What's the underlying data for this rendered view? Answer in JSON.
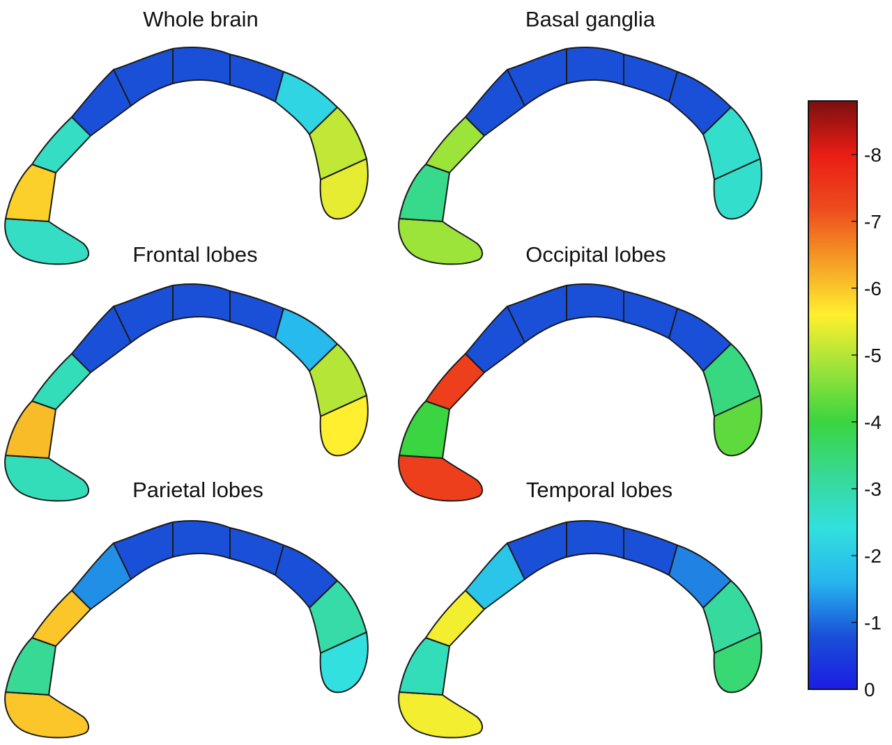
{
  "figure": {
    "colorbar": {
      "min": 0,
      "max": 8.8,
      "ticks": [
        {
          "value": 0,
          "label": "0"
        },
        {
          "value": 1,
          "label": "-1"
        },
        {
          "value": 2,
          "label": "-2"
        },
        {
          "value": 3,
          "label": "-3"
        },
        {
          "value": 4,
          "label": "-4"
        },
        {
          "value": 5,
          "label": "-5"
        },
        {
          "value": 6,
          "label": "-6"
        },
        {
          "value": 7,
          "label": "-7"
        },
        {
          "value": 8,
          "label": "-8"
        }
      ],
      "colormap": [
        "#1b1de3",
        "#1a50d8",
        "#26b5ee",
        "#32e0df",
        "#37d995",
        "#3ad540",
        "#9ce33a",
        "#ffef2e",
        "#f59d26",
        "#ee4a1e",
        "#ea1d14",
        "#7a1010"
      ]
    },
    "segment_order_note": "",
    "panels": [
      {
        "title": "Whole brain",
        "segments": [
          5.9,
          2.7,
          0.8,
          0.8,
          0.8,
          0.8,
          2.2,
          5.1,
          5.4
        ]
      },
      {
        "title": "Basal ganglia",
        "segments": [
          3.3,
          4.8,
          0.8,
          0.8,
          0.8,
          0.8,
          0.8,
          2.6,
          2.6
        ]
      },
      {
        "title": "Frontal lobes",
        "segments": [
          6.1,
          2.8,
          0.8,
          0.8,
          0.8,
          0.8,
          1.7,
          5.0,
          5.6
        ]
      },
      {
        "title": "Occipital lobes",
        "segments": [
          4.0,
          7.4,
          0.8,
          0.8,
          0.8,
          0.8,
          0.8,
          3.4,
          4.3
        ]
      },
      {
        "title": "Parietal lobes",
        "segments": [
          3.2,
          6.0,
          1.3,
          0.8,
          0.8,
          0.8,
          0.8,
          3.0,
          2.4
        ]
      },
      {
        "title": "Temporal lobes",
        "segments": [
          2.8,
          5.5,
          1.9,
          0.8,
          0.8,
          0.8,
          1.2,
          3.1,
          3.5
        ]
      }
    ]
  }
}
